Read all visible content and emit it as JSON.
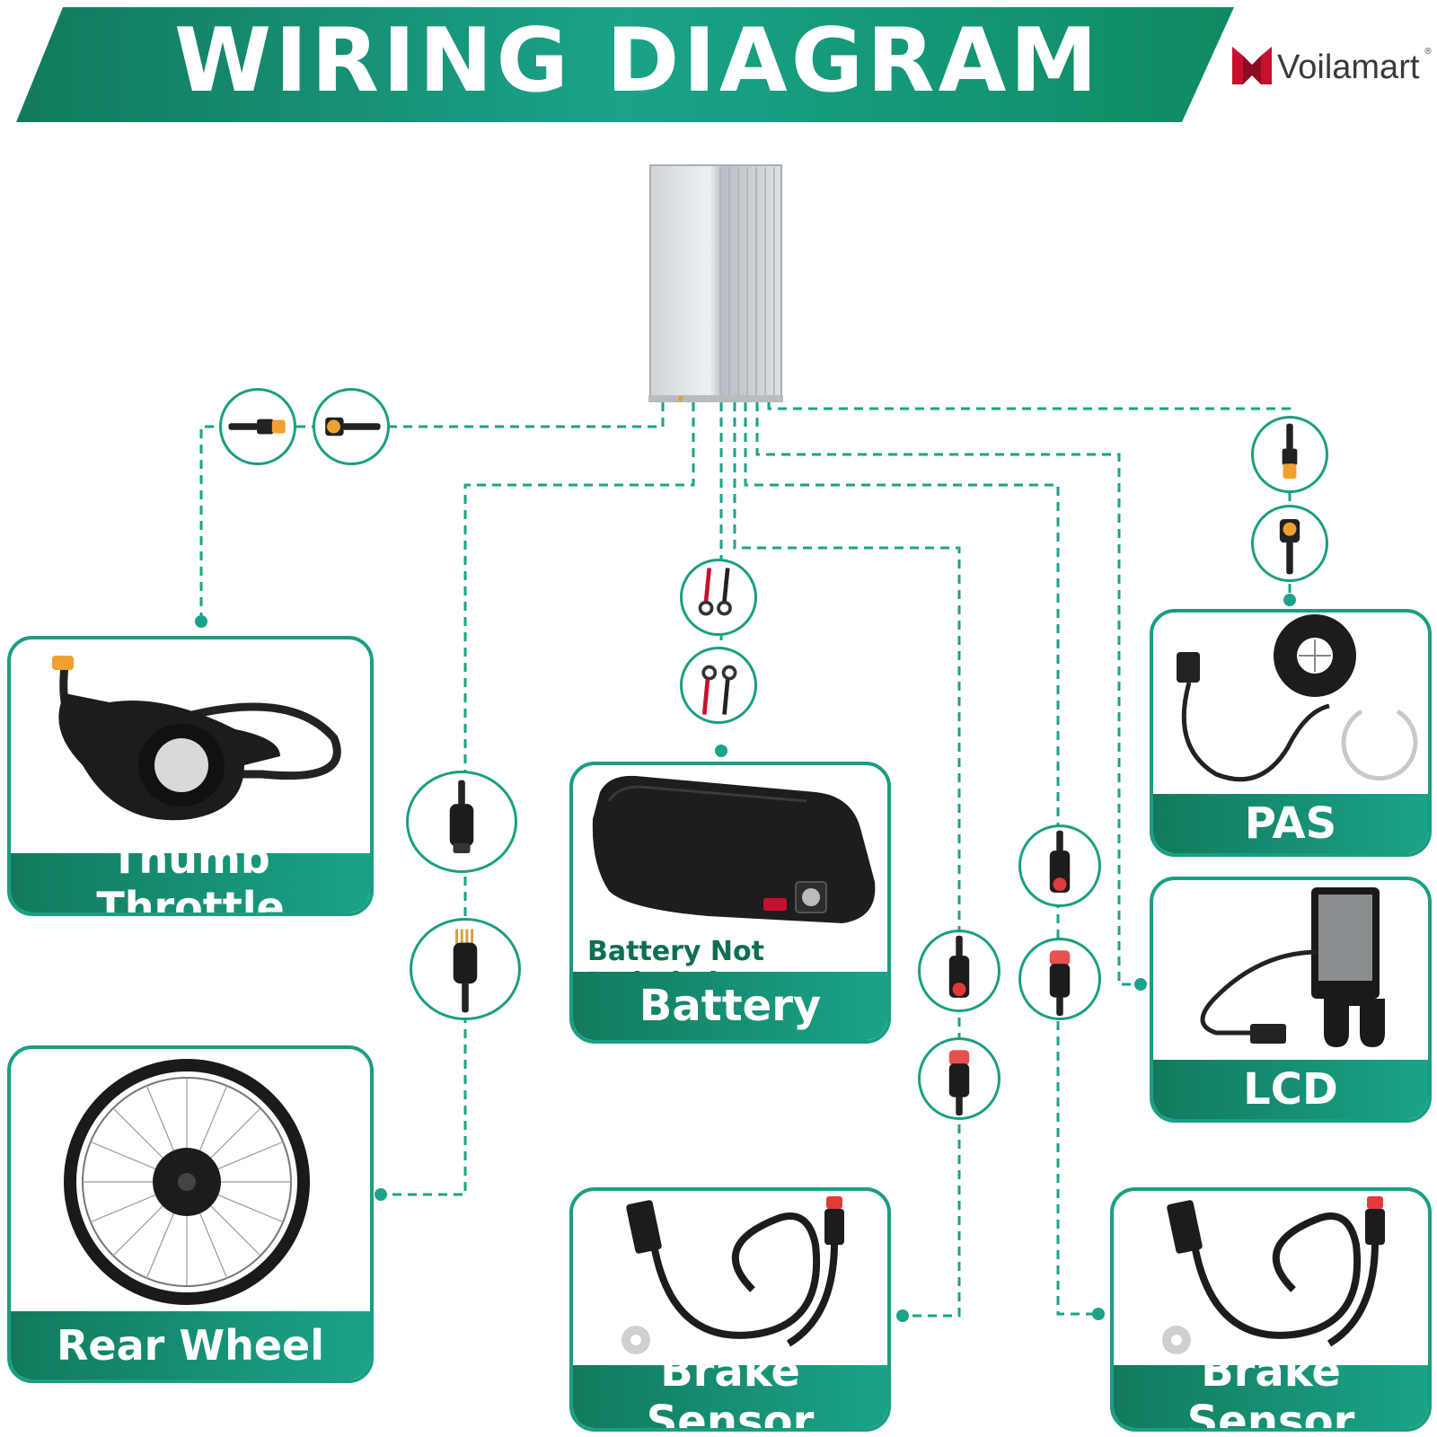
{
  "header": {
    "title": "WIRING DIAGRAM"
  },
  "brand": {
    "name": "Voilamart",
    "registered": "®",
    "logo_icon": "voilamart-logo-icon"
  },
  "colors": {
    "accent": "#1a9e82",
    "accent_dark": "#127a5c",
    "brand_red": "#c8102e"
  },
  "components": {
    "controller": {
      "icon": "controller-box-icon"
    },
    "thumb_throttle": {
      "label": "Thumb Throttle",
      "icon": "thumb-throttle-icon"
    },
    "rear_wheel": {
      "label": "Rear Wheel",
      "icon": "hub-motor-wheel-icon"
    },
    "battery": {
      "label": "Battery",
      "note": "Battery Not Included",
      "icon": "battery-pack-icon"
    },
    "pas": {
      "label": "PAS",
      "icon": "pas-sensor-icon"
    },
    "lcd": {
      "label": "LCD",
      "icon": "lcd-display-icon"
    },
    "brake_sensor_left": {
      "label": "Brake Sensor",
      "icon": "brake-sensor-icon"
    },
    "brake_sensor_right": {
      "label": "Brake Sensor",
      "icon": "brake-sensor-icon"
    }
  }
}
